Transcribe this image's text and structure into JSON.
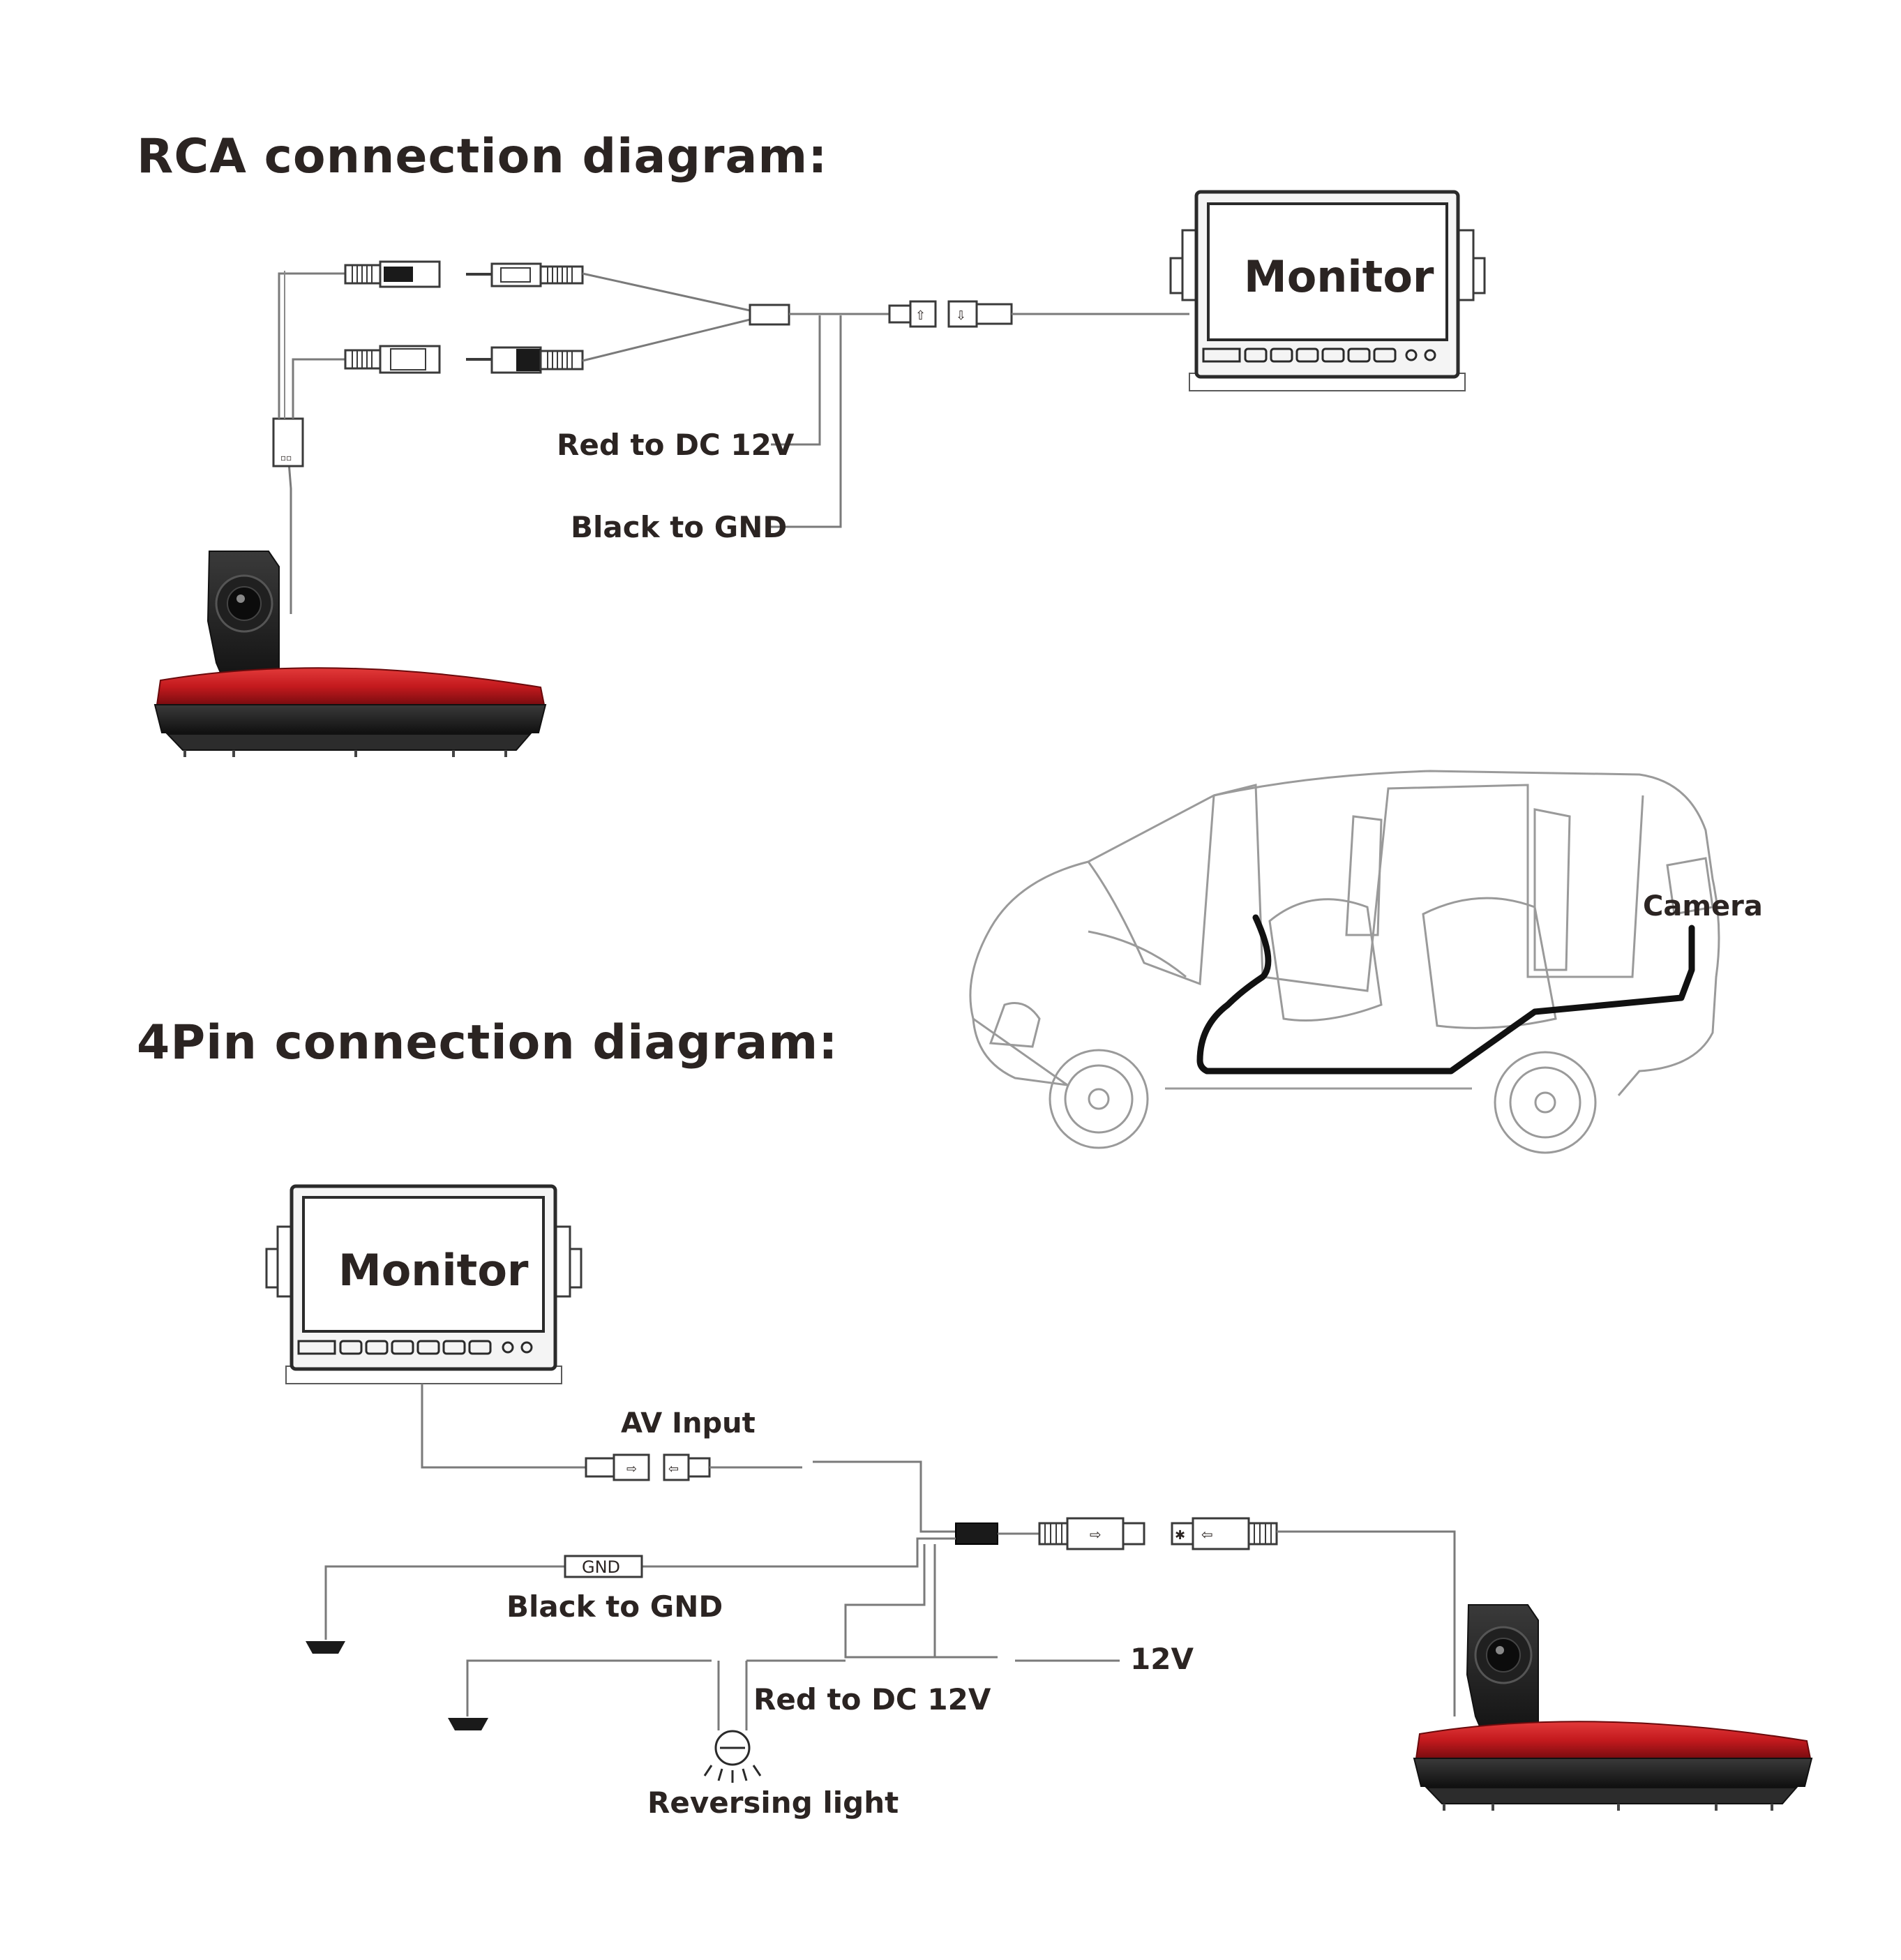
{
  "sections": {
    "rca": {
      "heading": "RCA connection diagram:",
      "monitor_label": "Monitor",
      "red_label": "Red to DC 12V",
      "black_label": "Black to GND"
    },
    "car": {
      "camera_label": "Camera"
    },
    "pin4": {
      "heading": "4Pin connection diagram:",
      "monitor_label": "Monitor",
      "av_label": "AV Input",
      "gnd_tag": "GND",
      "black_label": "Black to GND",
      "v12_label": "12V",
      "red_label": "Red to DC 12V",
      "reversing_label": "Reversing light"
    }
  },
  "colors": {
    "text": "#2b2422",
    "wire": "#7a7a7a",
    "lamp_red": "#c41a1e",
    "lamp_dark": "#2a2a2a"
  }
}
